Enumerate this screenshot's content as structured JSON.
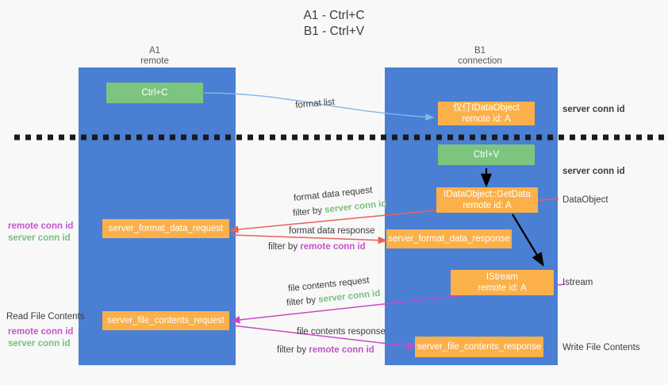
{
  "title": {
    "line1": "A1 - Ctrl+C",
    "line2": "B1 - Ctrl+V"
  },
  "lanes": [
    {
      "name": "A1",
      "sub": "remote"
    },
    {
      "name": "B1",
      "sub": "connection"
    }
  ],
  "nodes": {
    "ctrl_c": "Ctrl+C",
    "ctrl_v": "Ctrl+V",
    "idataobject_line1": "仅仃IDataObject",
    "idataobject_line2": "remote id: A",
    "getdata_line1": "IDataObject::GetData",
    "getdata_line2": "remote id: A",
    "istream_line1": "IStream",
    "istream_line2": "remote id: A",
    "server_format_data_request": "server_format_data_request",
    "server_format_data_response": "server_format_data_response",
    "server_file_contents_request": "server_file_contents_request",
    "server_file_contents_response": "server_file_contents_response"
  },
  "edge_labels": {
    "format_list": "format list",
    "format_data_request": "format data request",
    "format_data_response": "format data response",
    "file_contents_request": "file contents request",
    "file_contents_response": "file contents response",
    "filter_by": "filter by",
    "server_conn_id": "server conn id",
    "remote_conn_id": "remote conn id"
  },
  "right_labels": {
    "server_conn_id_top": "server conn id",
    "server_conn_id_mid": "server conn id",
    "dataobject": "DataObject",
    "istream": "Istream",
    "write_file_contents": "Write File Contents"
  },
  "left_labels": {
    "remote_conn_id_1": "remote conn id",
    "server_conn_id_1": "server conn id",
    "read_file_contents": "Read File Contents",
    "remote_conn_id_2": "remote conn id",
    "server_conn_id_2": "server conn id"
  },
  "colors": {
    "lane": "#4a7fd4",
    "green_node": "#7dc57f",
    "orange_node": "#fbb049",
    "green_text": "#76c17a",
    "purple_text": "#c455c9",
    "red_arrow": "#e8615c",
    "magenta_arrow": "#c84ac4",
    "blue_arrow": "#7fb9e8",
    "black_arrow": "#000000",
    "divider": "#1a1a1a"
  }
}
